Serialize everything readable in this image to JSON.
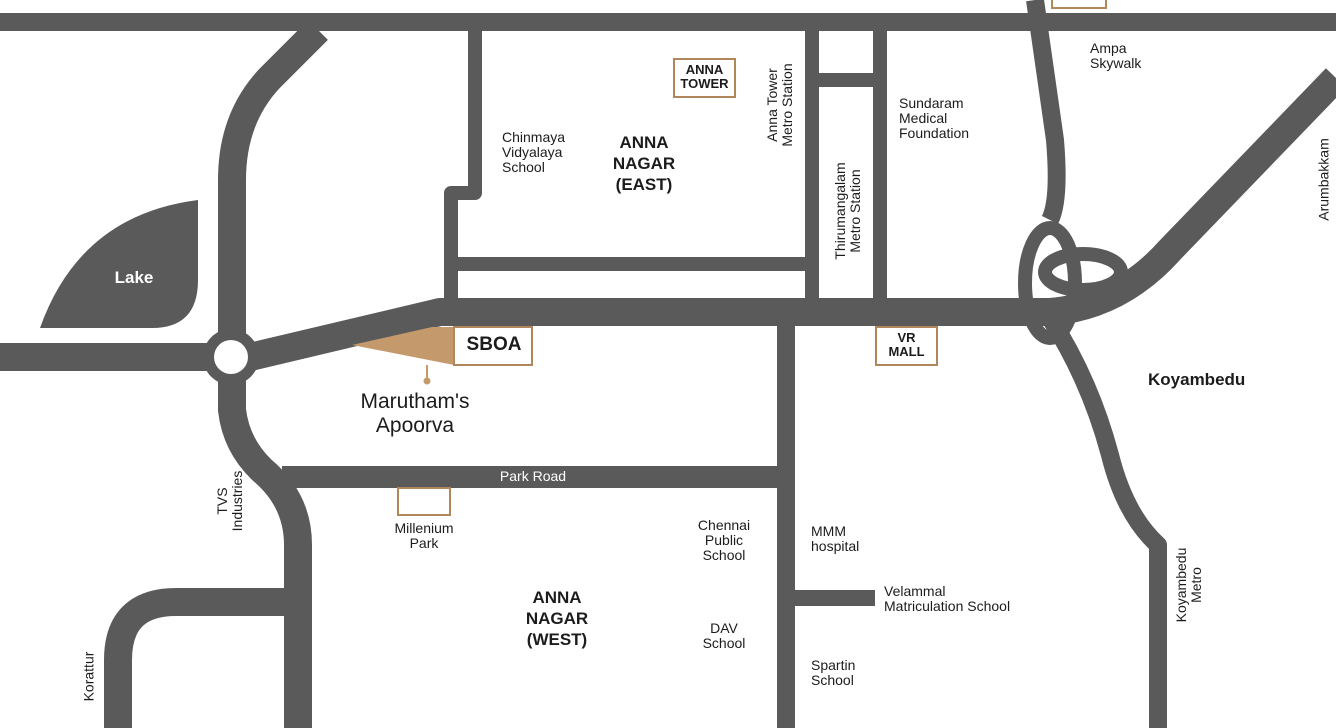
{
  "colors": {
    "road": "#5a5a5a",
    "accent": "#c49a6c",
    "landmark_border": "#b0865a",
    "background": "#ffffff",
    "text": "#1c1c1c"
  },
  "areas": {
    "anna_nagar_east": "ANNA\nNAGAR\n(EAST)",
    "anna_nagar_west": "ANNA\nNAGAR\n(WEST)",
    "koyambedu": "Koyambedu"
  },
  "landmarks": {
    "lake": "Lake",
    "sboa": "SBOA",
    "project": "Marutham's\nApoorva",
    "anna_tower": "ANNA\nTOWER",
    "vr_mall": "VR\nMALL",
    "park_road": "Park Road",
    "millenium_park": "Millenium\nPark"
  },
  "places": {
    "chinmaya": "Chinmaya\nVidyalaya\nSchool",
    "anna_tower_metro": "Anna Tower\nMetro Station",
    "thirumangalam_metro": "Thirumangalam\nMetro Station",
    "sundaram": "Sundaram\nMedical\nFoundation",
    "ampa": "Ampa\nSkywalk",
    "arumbakkam": "Arumbakkam",
    "tvs": "TVS\nIndustries",
    "korattur": "Korattur",
    "chennai_public": "Chennai\nPublic\nSchool",
    "mmm": "MMM\nhospital",
    "velammal": "Velammal\nMatriculation School",
    "dav": "DAV\nSchool",
    "spartin": "Spartin\nSchool",
    "koyambedu_metro": "Koyambedu\nMetro"
  }
}
